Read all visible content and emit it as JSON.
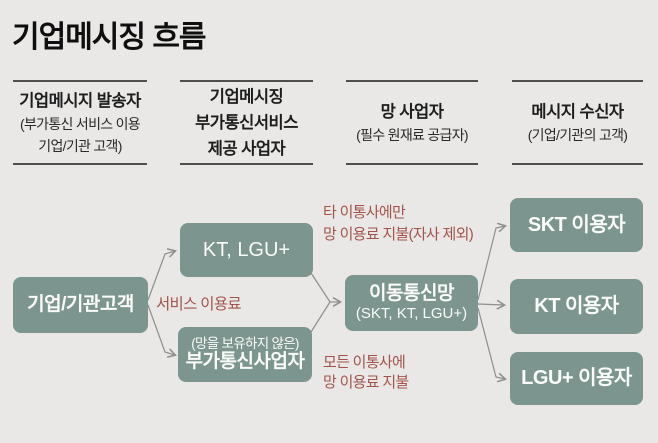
{
  "title": "기업메시징 흐름",
  "colors": {
    "background": "#e9e8e6",
    "node_fill": "#7c958e",
    "node_text": "#fbfbf9",
    "edge_line": "#8e8e8c",
    "edge_label": "#a2544c",
    "header_rule": "#4f4f4f",
    "heading_text": "#0f0f0f"
  },
  "columns": [
    {
      "title_lines": [
        "기업메시지 발송자"
      ],
      "sub_lines": [
        "(부가통신 서비스 이용",
        "기업/기관 고객)"
      ]
    },
    {
      "title_lines": [
        "기업메시징",
        "부가통신서비스",
        "제공 사업자"
      ],
      "sub_lines": []
    },
    {
      "title_lines": [
        "망 사업자"
      ],
      "sub_lines": [
        "(필수 원재료 공급자)"
      ]
    },
    {
      "title_lines": [
        "메시지 수신자"
      ],
      "sub_lines": [
        "(기업/기관의 고객)"
      ]
    }
  ],
  "nodes": {
    "customer": {
      "label": "기업/기관고객"
    },
    "kt_lgu": {
      "label": "KT, LGU+"
    },
    "vas": {
      "sub": "(망을 보유하지 않은)",
      "label": "부가통신사업자"
    },
    "mobile_network": {
      "label": "이동통신망",
      "sub": "(SKT, KT, LGU+)"
    },
    "skt_user": {
      "label": "SKT 이용자"
    },
    "kt_user": {
      "label": "KT 이용자"
    },
    "lgu_user": {
      "label": "LGU+ 이용자"
    }
  },
  "edge_labels": {
    "service_fee": "서비스 이용료",
    "other_carriers_line1": "타 이통사에만",
    "other_carriers_line2": "망 이용료 지불(자사 제외)",
    "all_carriers_line1": "모든 이통사에",
    "all_carriers_line2": "망 이용료 지불"
  }
}
